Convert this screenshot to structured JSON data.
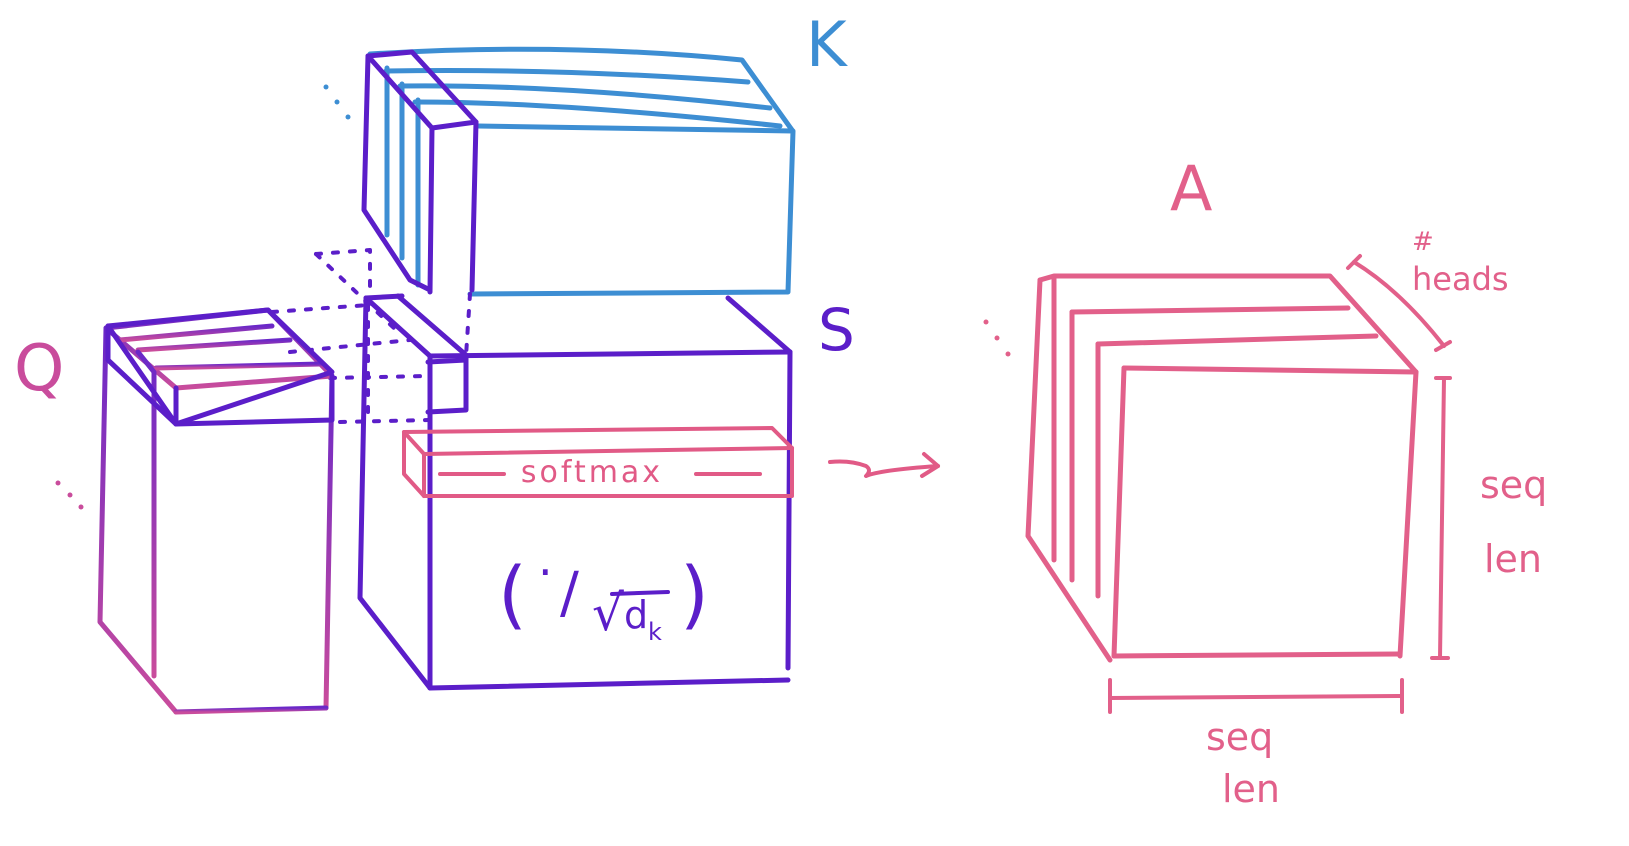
{
  "labels": {
    "k": "K",
    "q": "Q",
    "s": "S",
    "a": "A",
    "softmax": "softmax",
    "scale_open": "(",
    "scale_dot": "·",
    "scale_slash": "/",
    "scale_root": "√",
    "scale_d": "d",
    "scale_sub": "k",
    "scale_close": ")",
    "heads_hash": "#",
    "heads_word": "heads",
    "seq_right_1": "seq",
    "seq_right_2": "len",
    "seq_bottom_1": "seq",
    "seq_bottom_2": "len",
    "ellipsis": "⋮"
  },
  "colors": {
    "k_blue": "#3d8ed3",
    "s_purple": "#5b1ec9",
    "q_top": "#6a28c8",
    "q_bottom": "#c94c9c",
    "a_pink": "#e2608a",
    "softmax_pink": "#e15a86"
  }
}
